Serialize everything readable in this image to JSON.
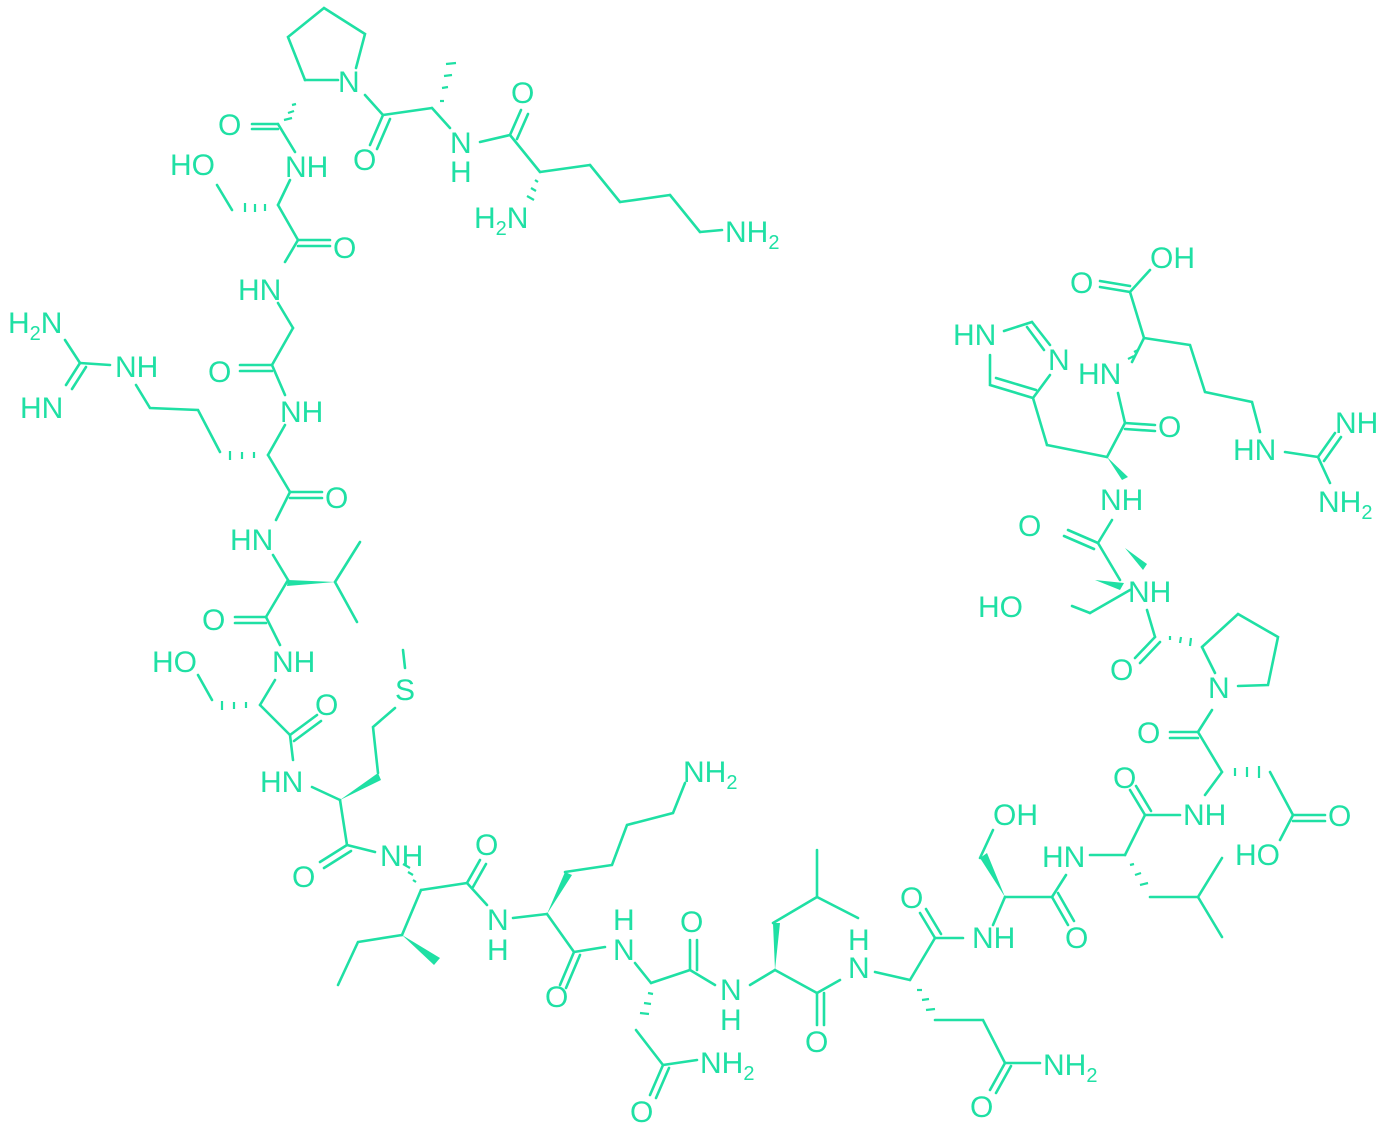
{
  "diagram": {
    "type": "chemical-structure",
    "description": "Peptide skeletal formula",
    "color": "#1fe0a4",
    "background": "#ffffff",
    "labels": {
      "o1": "O",
      "n_pro1": "N",
      "o2": "O",
      "nh1": "NH",
      "nh2_top": "N",
      "h_top": "H",
      "o3": "O",
      "h2n_lys": "H",
      "h2n_lys_sub": "2",
      "h2n_lys_n": "N",
      "nh2_lys_n": "NH",
      "nh2_lys_sub": "2",
      "ho_ser1": "HO",
      "nh_ser1": "NH",
      "o_ser1": "O",
      "hn_gly": "HN",
      "o_gly": "O",
      "nh_arg": "NH",
      "h2n_gu": "H",
      "h2n_gu_sub": "2",
      "h2n_gu_n": "N",
      "nh_gu": "NH",
      "hn_gu": "HN",
      "o_arg": "O",
      "hn_val": "HN",
      "o_val": "O",
      "ho_ser2": "HO",
      "nh_ser2": "NH",
      "o_ser2": "O",
      "s_met": "S",
      "hn_met": "HN",
      "o_met": "O",
      "nh_ile": "NH",
      "o_ile": "O",
      "n_lys2": "N",
      "h_lys2": "H",
      "nh2_lys2": "NH",
      "nh2_lys2_sub": "2",
      "o_lys2": "O",
      "h_asn": "H",
      "n_asn": "N",
      "o_asn": "O",
      "nh2_asn": "NH",
      "nh2_asn_sub": "2",
      "o_asn2": "O",
      "n_leu": "N",
      "h_leu": "H",
      "o_leu": "O",
      "h_gln": "H",
      "n_gln": "N",
      "o_gln": "O",
      "nh2_gln": "NH",
      "nh2_gln_sub": "2",
      "o_gln2": "O",
      "nh_ser3": "NH",
      "oh_ser3": "OH",
      "o_ser3": "O",
      "hn_leu2": "HN",
      "o_leu2": "O",
      "nh_leu2": "NH",
      "o_asp": "O",
      "ho_asp": "HO",
      "o_asp2": "O",
      "n_pro2": "N",
      "o_pro2": "O",
      "nh_ser4": "NH",
      "ho_ser4": "HO",
      "o_ser4": "O",
      "nh_his": "NH",
      "hn_im": "HN",
      "n_im": "N",
      "o_his": "O",
      "hn_arg2": "HN",
      "o_cooh": "O",
      "oh_cooh": "OH",
      "hn_gu2": "HN",
      "nh_gu2": "NH",
      "nh2_gu2": "NH",
      "nh2_gu2_sub": "2"
    }
  }
}
